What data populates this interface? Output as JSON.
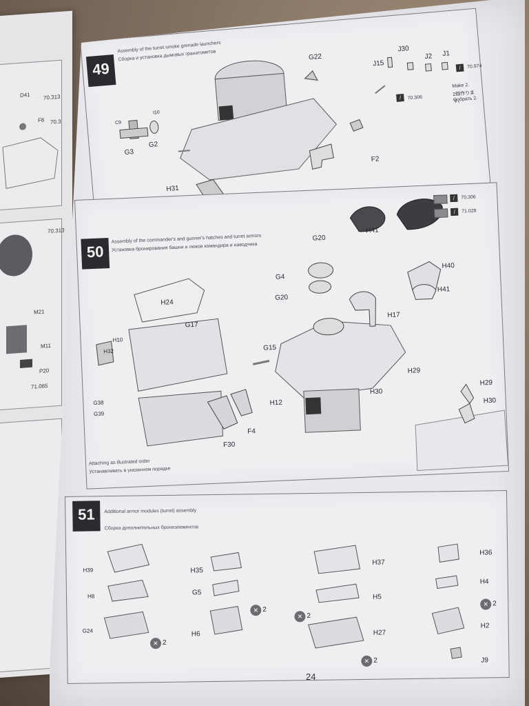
{
  "page_number": "24",
  "left_page": {
    "labels": [
      "D41",
      "70.313",
      "F6",
      "70.3",
      "70.313",
      "M21",
      "M11",
      "P20",
      "71.065"
    ]
  },
  "step49": {
    "number": "49",
    "caption_lines": [
      "Assembly of the turret smoke grenade launchers",
      "Сборка и установка дымовых гранатометов"
    ],
    "parts": {
      "G22": "G22",
      "J30": "J30",
      "J15": "J15",
      "J2": "J2",
      "J1": "J1",
      "F2": "F2",
      "H31": "H31",
      "G3": "G3",
      "G2": "G2",
      "I10": "I10",
      "C9": "C9"
    },
    "paint_codes": [
      "70.974",
      "70.306"
    ],
    "make2_note": [
      "Make 2.",
      "2個作ります。",
      "Собрать 2."
    ]
  },
  "step50": {
    "number": "50",
    "caption_lines": [
      "Assembly of the commander's and gunner's hatches and turret armors",
      "Установка бронирования башни и люков командира и наводчика"
    ],
    "note_lines": [
      "Attaching as illustrated order",
      "Устанавливать в указанном порядке"
    ],
    "parts": {
      "H24": "H24",
      "G17": "G17",
      "H10": "H10",
      "H32": "H32",
      "G38": "G38",
      "G39": "G39",
      "F30": "F30",
      "F4": "F4",
      "G4": "G4",
      "G20": "G20",
      "G15": "G15",
      "H12": "H12",
      "H30": "H30",
      "H29": "H29",
      "H17": "H17",
      "H40": "H40",
      "H41": "H41",
      "G20_top": "G20",
      "H41_top": "H41",
      "H29_detail": "H29",
      "H30_detail": "H30"
    },
    "paint_codes": [
      "70.306",
      "71.028"
    ]
  },
  "step51": {
    "number": "51",
    "caption_lines": [
      "Additional armor modules (turret) assembly",
      "Сборка дополнительных бронеэлементов"
    ],
    "parts": {
      "H39": "H39",
      "H8": "H8",
      "G24": "G24",
      "H35": "H35",
      "G5": "G5",
      "H6": "H6",
      "H37": "H37",
      "H5": "H5",
      "H27": "H27",
      "H36": "H36",
      "H4": "H4",
      "H2": "H2",
      "J9": "J9"
    },
    "multiplier": "2"
  }
}
